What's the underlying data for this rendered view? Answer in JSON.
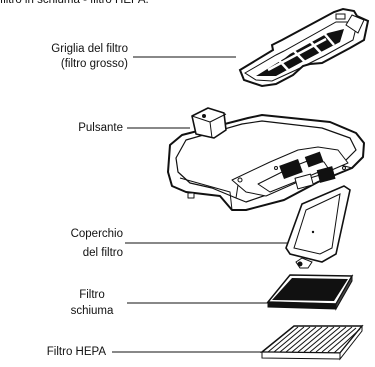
{
  "heading": "filtro in schiuma - filtro HEPA.",
  "labels": {
    "grid_line1": "Griglia del filtro",
    "grid_line2": "(filtro grosso)",
    "button": "Pulsante",
    "cover_line1": "Coperchio",
    "cover_line2": "del filtro",
    "foam_line1": "Filtro",
    "foam_line2": "schiuma",
    "hepa": "Filtro HEPA"
  }
}
